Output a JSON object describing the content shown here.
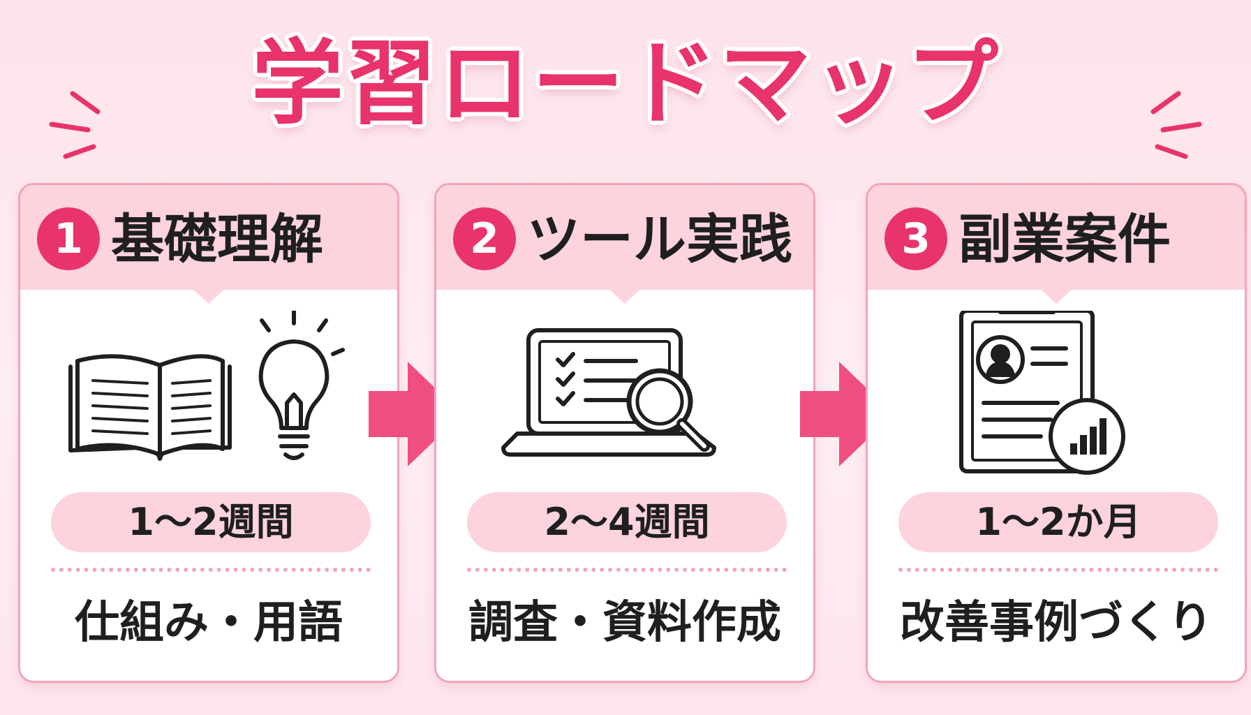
{
  "title": "学習ロードマップ",
  "colors": {
    "accent": "#e8336b",
    "header_bg": "#fdd3de",
    "border": "#f4a3b9",
    "arrow": "#ef4f7f"
  },
  "steps": [
    {
      "number": "1",
      "title": "基礎理解",
      "icons": [
        "book-icon",
        "lightbulb-icon"
      ],
      "duration": "1～2週間",
      "description": "仕組み・用語"
    },
    {
      "number": "2",
      "title": "ツール実践",
      "icons": [
        "laptop-checklist-icon",
        "magnifier-icon"
      ],
      "duration": "2～4週間",
      "description": "調査・資料作成"
    },
    {
      "number": "3",
      "title": "副業案件",
      "icons": [
        "clipboard-profile-icon",
        "bar-chart-icon"
      ],
      "duration": "1～2か月",
      "description": "改善事例づくり"
    }
  ]
}
